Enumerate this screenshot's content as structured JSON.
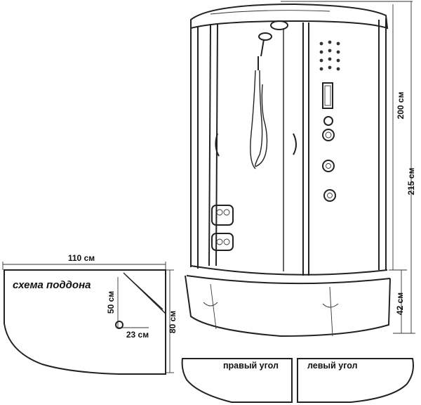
{
  "diagram": {
    "height_cabin": "200 см",
    "height_total": "215 см",
    "height_tray": "42 см",
    "tray_width": "110 см",
    "tray_depth": "80 см",
    "tray_side": "50 см",
    "tray_offset": "23 см",
    "tray_scheme_title": "схема поддона",
    "right_corner": "правый угол",
    "left_corner": "левый угол"
  }
}
